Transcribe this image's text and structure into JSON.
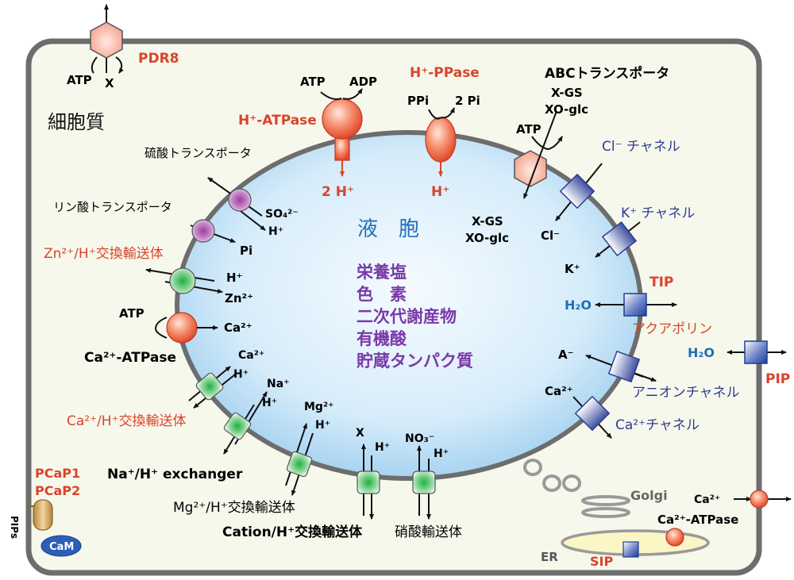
{
  "colors": {
    "cell_fill": "#f7f8ec",
    "cell_stroke": "#6d6d6d",
    "vacuole_center": "#f5fbff",
    "vacuole_edge": "#a7d3f1",
    "red_label": "#d8452a",
    "blue_label": "#2f3c92",
    "purple_text": "#7a3aa8",
    "water_blue": "#1f6fb6",
    "green_transporter": "#2fb34a",
    "purple_transporter": "#a349a4",
    "atpase_red": "#ef5b3c"
  },
  "labels": {
    "cytoplasm": "細胞質",
    "vacuole": "液　胞",
    "contents": [
      "栄養塩",
      "色　素",
      "二次代謝産物",
      "有機酸",
      "貯蔵タンパク質"
    ],
    "pdr8": "PDR8",
    "pdr8_atp": "ATP",
    "pdr8_x": "X",
    "h_atpase": "H⁺-ATPase",
    "h_atpase_atp": "ATP",
    "h_atpase_adp": "ADP",
    "h_atpase_out": "2 H⁺",
    "h_ppase": "H⁺-PPase",
    "h_ppase_ppi": "PPi",
    "h_ppase_2pi": "2 Pi",
    "h_ppase_out": "H⁺",
    "abc": "ABCトランスポータ",
    "abc_xgs": "X-GS",
    "abc_xoglc": "XO-glc",
    "abc_atp": "ATP",
    "abc_in_xgs": "X-GS",
    "abc_in_xoglc": "XO-glc",
    "cl_channel": "Cl⁻ チャネル",
    "cl_ion": "Cl⁻",
    "k_channel": "K⁺ チャネル",
    "k_ion": "K⁺",
    "tip": "TIP",
    "h2o_tip": "H₂O",
    "aquaporin": "アクアポリン",
    "pip": "PIP",
    "h2o_pip": "H₂O",
    "anion_ion": "A⁻",
    "anion_channel": "アニオンチャネル",
    "ca_ion_channel": "Ca²⁺",
    "ca_channel": "Ca²⁺チャネル",
    "sulfate": "硫酸トランスポータ",
    "so4": "SO₄²⁻",
    "sulfate_h": "H⁺",
    "phosphate": "リン酸トランスポータ",
    "pi": "Pi",
    "zn_exchanger": "Zn²⁺/H⁺交換輸送体",
    "zn_h": "H⁺",
    "zn_ion": "Zn²⁺",
    "ca_atpase_atp": "ATP",
    "ca_atpase_ion": "Ca²⁺",
    "ca_atpase": "Ca²⁺-ATPase",
    "ca_ex_ion": "Ca²⁺",
    "ca_ex_h": "H⁺",
    "ca_exchanger": "Ca²⁺/H⁺交換輸送体",
    "na_ion": "Na⁺",
    "na_h": "H⁺",
    "na_exchanger": "Na⁺/H⁺ exchanger",
    "mg_ion": "Mg²⁺",
    "mg_h": "H⁺",
    "mg_exchanger": "Mg²⁺/H⁺交換輸送体",
    "cation_x": "X",
    "cation_h": "H⁺",
    "cation_exchanger": "Cation/H⁺交換輸送体",
    "no3": "NO₃⁻",
    "nitrate_h": "H⁺",
    "nitrate": "硝酸輸送体",
    "pcap1": "PCaP1",
    "pcap2": "PCaP2",
    "pips": "PIPs",
    "cam": "CaM",
    "golgi": "Golgi",
    "er": "ER",
    "sip": "SIP",
    "er_ca_ion": "Ca²⁺",
    "er_ca_atpase": "Ca²⁺-ATPase"
  }
}
